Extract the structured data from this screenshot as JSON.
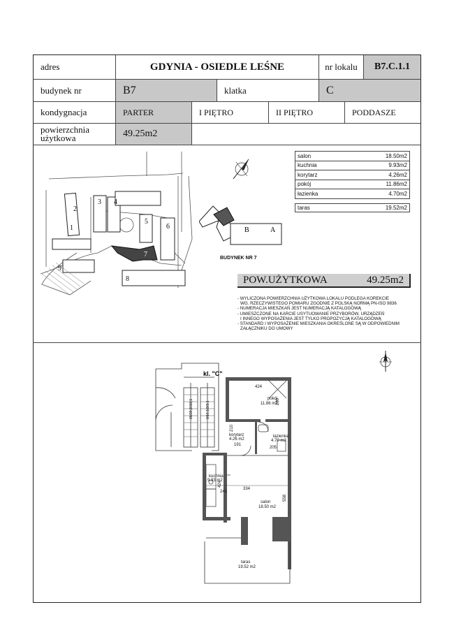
{
  "header": {
    "adres_label": "adres",
    "adres_value": "GDYNIA - OSIEDLE LEŚNE",
    "nr_lokalu_label": "nr lokalu",
    "nr_lokalu_value": "B7.C.1.1",
    "budynek_label": "budynek nr",
    "budynek_value": "B7",
    "klatka_label": "klatka",
    "klatka_value": "C",
    "kondygnacja_label": "kondygnacja",
    "levels": [
      "PARTER",
      "I PIĘTRO",
      "II PIĘTRO",
      "PODDASZE"
    ],
    "selected_level": "PARTER",
    "powierzchnia_label_1": "powierzchnia",
    "powierzchnia_label_2": "użytkowa",
    "powierzchnia_value": "49.25m2"
  },
  "rooms": [
    {
      "name": "salon",
      "area": "18.50m2"
    },
    {
      "name": "kuchnia",
      "area": "9.93m2"
    },
    {
      "name": "korytarz",
      "area": "4.26m2"
    },
    {
      "name": "pokój",
      "area": "11.86m2"
    },
    {
      "name": "łazienka",
      "area": "4.70m2"
    }
  ],
  "terrace": {
    "name": "taras",
    "area": "19.52m2"
  },
  "site_plan": {
    "building_numbers": [
      "1",
      "2",
      "3",
      "4",
      "5",
      "6",
      "7",
      "8",
      "9"
    ],
    "building_caption": "BUDYNEK NR 7",
    "section_labels": [
      "B",
      "A"
    ]
  },
  "summary": {
    "label": "POW.UŻYTKOWA",
    "value": "49.25m2"
  },
  "notes": [
    "- WYLICZONA POWIERZCHNIA UŻYTKOWA LOKALU PODLEGA KOREKCIE",
    "  WG. RZECZYWISTEGO POMIARU ZGODNIE Z POLSKĄ NORMĄ PN-ISO 9836",
    "- NUMERACJA MIESZKAŃ JEST NUMERACJĄ KATALOGOWĄ",
    "- UMIESZCZONE NA KARCIE USYTUOWANIE PRZYBORÓW, URZĄDZEŃ",
    "  I INNEGO WYPOSAŻENIA JEST TYLKO PROPOZYCJĄ KATALOGOWĄ",
    "- STANDARD I WYPOSAŻENIE MIESZKANIA OKREŚLONE SĄ W ODPOWIEDNIM",
    "  ZAŁĄCZNIKU DO UMOWY"
  ],
  "floor_plan": {
    "stair_label": "kl. \"C\"",
    "pokoj": {
      "name": "pokój",
      "area": "11.86 m2"
    },
    "korytarz": {
      "name": "korytarz",
      "area": "4.26 m2"
    },
    "lazienka": {
      "name": "łazienka",
      "area": "4.70 m2"
    },
    "kuchnia": {
      "name": "kuchnia",
      "area": "9.93 m2"
    },
    "salon": {
      "name": "salon",
      "area": "18.50 m2"
    },
    "taras": {
      "name": "taras",
      "area": "19.52 m2"
    },
    "dims": {
      "pokoj_w": "424",
      "pokoj_h": "280",
      "kor_w": "191",
      "kor_h": "210",
      "laz_w": "205",
      "kuch_h": "424",
      "kuch_w": "241",
      "salon_w": "334",
      "salon_h": "558",
      "stairs_a": "26/20,3/3/2,1",
      "stairs_b": "9/16,1/3/3,1"
    }
  }
}
